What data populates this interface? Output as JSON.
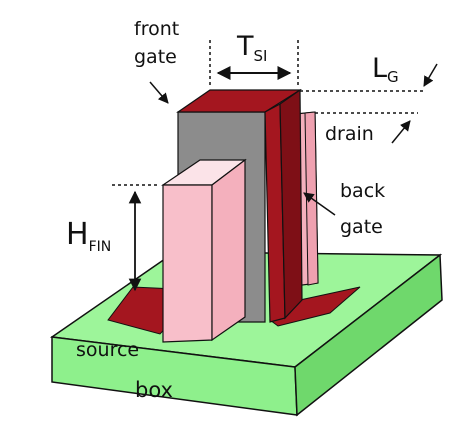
{
  "labels": {
    "front_gate_line1": "front",
    "front_gate_line2": "gate",
    "tsi_main": "T",
    "tsi_sub": "SI",
    "lg_main": "L",
    "lg_sub": "G",
    "drain": "drain",
    "back_gate_line1": "back",
    "back_gate_line2": "gate",
    "hfin_main": "H",
    "hfin_sub": "FIN",
    "source": "source",
    "box": "box"
  },
  "colors": {
    "box_top": "#9df59a",
    "box_front": "#8ef08c",
    "box_side": "#6fd86c",
    "gate_dark": "#a4161f",
    "gate_darker": "#7e0f16",
    "gate_gray": "#8c8c8c",
    "fin_top": "#fbe3e8",
    "fin_front": "#f8bfca",
    "fin_side": "#f4b0bd",
    "outline": "#111111"
  }
}
